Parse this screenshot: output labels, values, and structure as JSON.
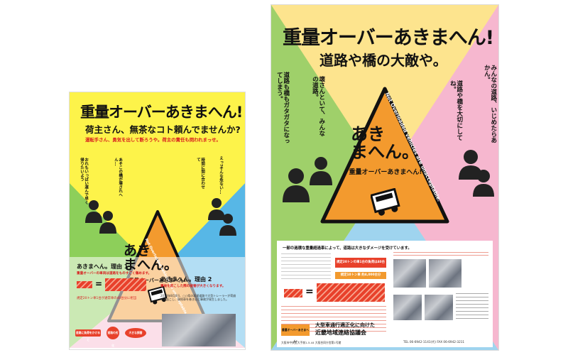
{
  "left": {
    "headline": "重量オーバーあきまへん!",
    "subheadline": "荷主さん、無茶なコト頼んでませんか?",
    "tagline": "運転手さん、勇気を出して断ろうや。荷主の責任も問われまっせ。",
    "triangle_main": "あき\nまへん。",
    "triangle_sub": "重量オーバーあきまへん!",
    "triangle_en": "Not Overloaded vehicles are unacceptable.",
    "speech": [
      "おれもいっぱい運んで早く帰りたいよう",
      "あそこの橋が壊されへん...",
      "時間に間に合わせて",
      "えっ?そんな危ない..."
    ],
    "reason1_title": "あきまへん。理由 1",
    "reason1_lead": "重量オーバーの車両は道路をものすごく傷めます。",
    "reason1_body": "規定20トン車1台が通常車の40台分に相当",
    "reason2_title": "あきまへん。理由 2",
    "reason2_lead": "事故を起こした際の被害が大きくなります。",
    "reason2_body": "2018年8月8日、○○県の高速道路で大型トレーラーが荷崩れを起こし、後続車を巻き込む事故が発生しました。",
    "flow_labels": [
      "道路に負荷をかけると",
      "道路の劣化",
      "大きな損害"
    ]
  },
  "right": {
    "headline": "重量オーバーあきまへん!",
    "subheadline": "道路や橋の大敵や。",
    "voices": [
      "道路も橋もガタガタになってしまう。",
      "壊さんといて、みんなの道路。",
      "みんなの道路、いじめたらあかん。",
      "道路や橋を大切にしてね。"
    ],
    "triangle_main": "あき\nまへん。",
    "triangle_sub": "重量オーバーあきまへん!",
    "triangle_en": "Not Overloaded vehicles are unacceptable.",
    "lead": "一部の過積な重量超過車によって、道路は大きなダメージを受けています。",
    "truck_box1": "規定20トンの車1台の負荷は40台分",
    "truck_box2": "規定10トン車 約4,000台分",
    "footer_org_line1": "大型車通行適正化に向けた",
    "footer_org_line2": "近畿地域連絡協議会",
    "footer_badge": "重量オーバーあきまへん!",
    "footer_contact": "TEL 06-6942-1141(代)  FAX 06-6942-3211",
    "footer_address": "大阪市中央区大手前1-5-44 大阪合同庁舎第1号館"
  }
}
